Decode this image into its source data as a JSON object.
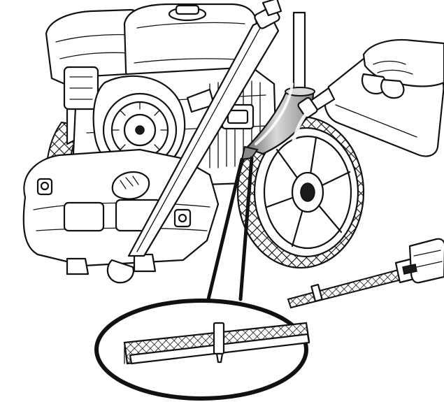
{
  "figure": {
    "colors": {
      "line": "#111111",
      "paper": "#ffffff",
      "funnel_shade": "#9a9a9a",
      "light_shade": "#e6e6e6"
    },
    "icons": [
      "engine-illustration",
      "oil-bottle-illustration",
      "funnel-illustration",
      "dipstick-illustration",
      "magnifier-callout"
    ]
  }
}
